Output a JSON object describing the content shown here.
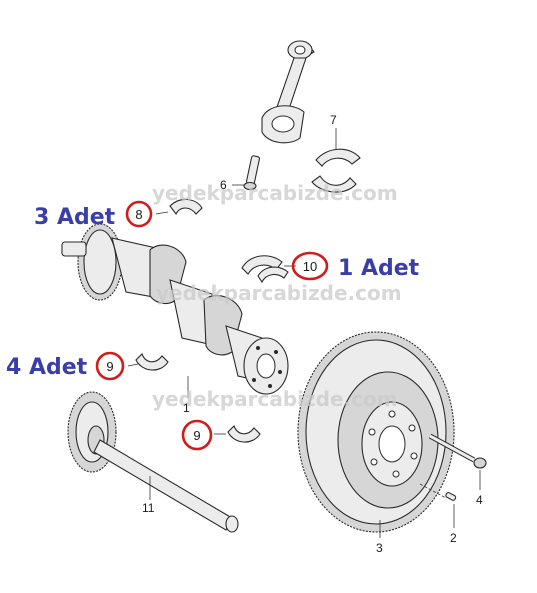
{
  "watermark": "yedekparcabizde.com",
  "quantity_labels": {
    "main_bearing_upper": "3 Adet",
    "thrust_bearing": "1 Adet",
    "main_bearing_lower": "4 Adet"
  },
  "highlighted_callouts": {
    "upper_bearing": "8",
    "thrust_bearing": "10",
    "lower_bearing_left": "9",
    "lower_bearing_bottom": "9"
  },
  "callouts": {
    "crankshaft": "1",
    "flywheel_bolt_pin": "2",
    "flywheel": "3",
    "flywheel_bolt": "4",
    "rod_bolt": "6",
    "rod_bearing": "7",
    "balance_shaft": "11"
  },
  "colors": {
    "quantity_text": "#3a3fa8",
    "highlight_ring": "#d21c1c"
  }
}
